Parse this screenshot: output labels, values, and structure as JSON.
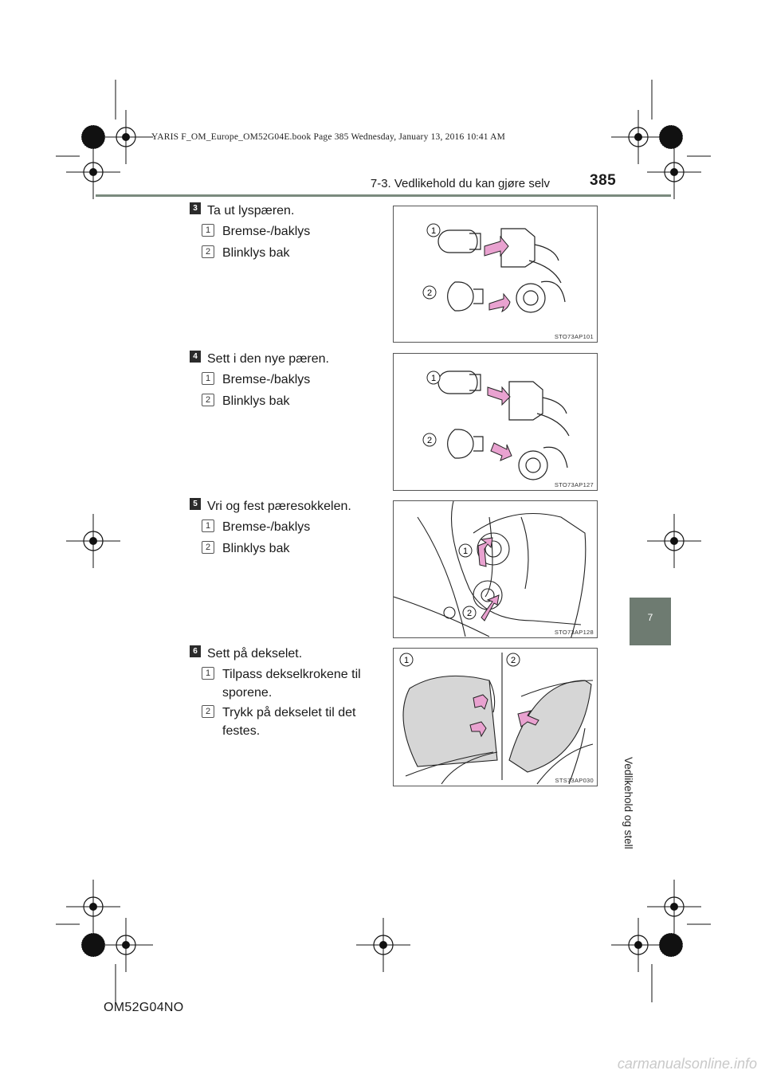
{
  "header": {
    "file_info": "YARIS F_OM_Europe_OM52G04E.book  Page 385  Wednesday, January 13, 2016  10:41 AM",
    "section_title": "7-3. Vedlikehold du kan gjøre selv",
    "page_number": "385"
  },
  "side_tab": {
    "number": "7",
    "label": "Vedlikehold og stell"
  },
  "steps": [
    {
      "number": "3",
      "text": "Ta ut lyspæren.",
      "items": [
        {
          "badge": "1",
          "text": "Bremse-/baklys"
        },
        {
          "badge": "2",
          "text": "Blinklys bak"
        }
      ],
      "figure": {
        "code": "STO73AP101",
        "callouts": [
          "1",
          "2"
        ]
      }
    },
    {
      "number": "4",
      "text": "Sett i den nye pæren.",
      "items": [
        {
          "badge": "1",
          "text": "Bremse-/baklys"
        },
        {
          "badge": "2",
          "text": "Blinklys bak"
        }
      ],
      "figure": {
        "code": "STO73AP127",
        "callouts": [
          "1",
          "2"
        ]
      }
    },
    {
      "number": "5",
      "text": "Vri og fest pæresokkelen.",
      "items": [
        {
          "badge": "1",
          "text": "Bremse-/baklys"
        },
        {
          "badge": "2",
          "text": "Blinklys bak"
        }
      ],
      "figure": {
        "code": "STO73AP128",
        "callouts": [
          "1",
          "2"
        ]
      }
    },
    {
      "number": "6",
      "text": "Sett på dekselet.",
      "items": [
        {
          "badge": "1",
          "text_line1": "Tilpass  dekselkrokene  til",
          "text_line2": "sporene."
        },
        {
          "badge": "2",
          "text_line1": "Trykk  på  dekselet  til  det",
          "text_line2": "festes."
        }
      ],
      "figure": {
        "code": "STS73AP030",
        "callouts": [
          "1",
          "2"
        ]
      }
    }
  ],
  "footer": {
    "code": "OM52G04NO",
    "watermark": "carmanualsonline.info"
  },
  "colors": {
    "rule": "#7a8a7e",
    "tab": "#6e7b71",
    "arrow_pink": "#e9a2d0",
    "ink": "#1a1a1a"
  }
}
